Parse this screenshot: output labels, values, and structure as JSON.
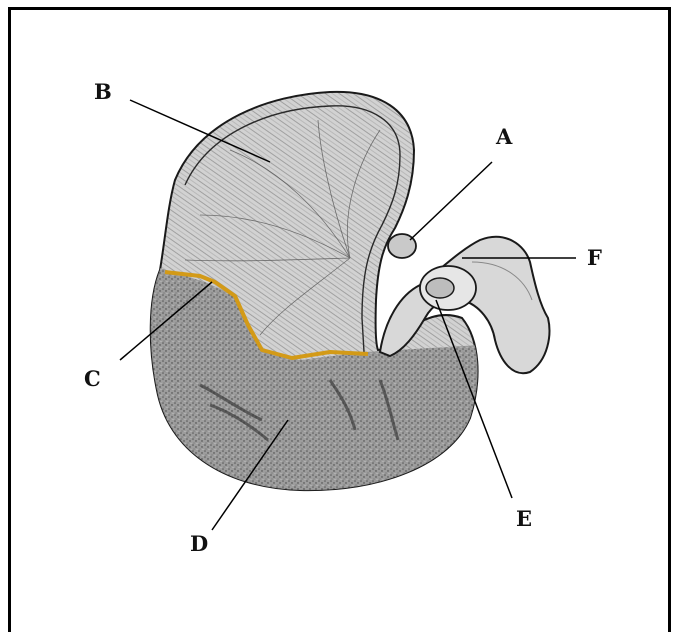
{
  "labels": {
    "a": "A",
    "b": "B",
    "c": "C",
    "d": "D",
    "e": "E",
    "f": "F"
  },
  "colors": {
    "highlight_line": "#d39a17",
    "stroke": "#1a1a1a",
    "upper_surface": "#cfcfcf",
    "lower_surface": "#8f8f8f",
    "tube": "#d8d8d8"
  }
}
